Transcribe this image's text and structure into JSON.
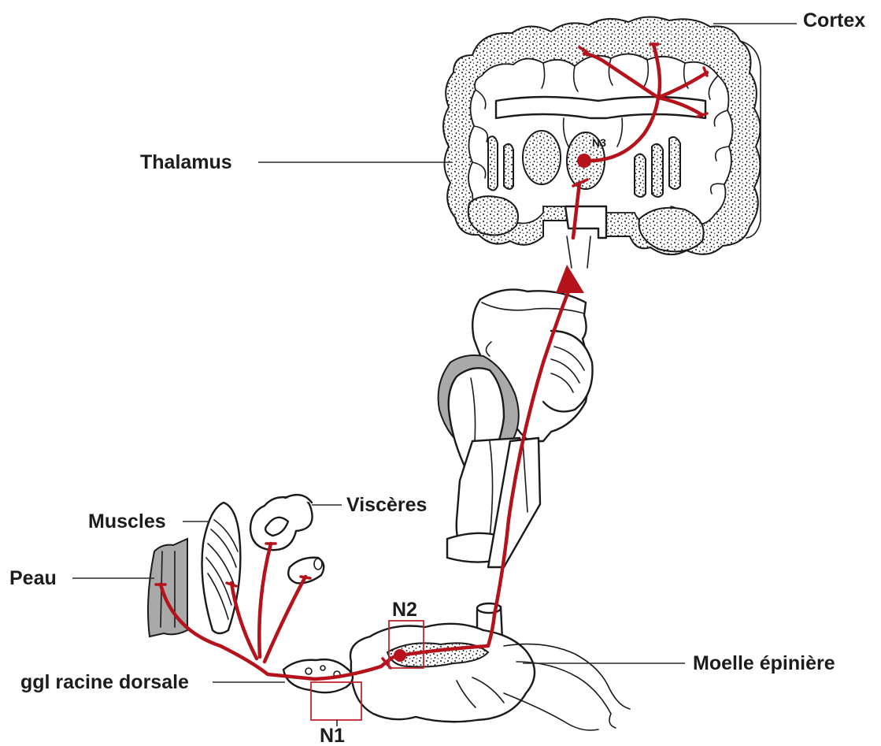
{
  "labels": {
    "cortex": "Cortex",
    "thalamus": "Thalamus",
    "visceres": "Viscères",
    "muscles": "Muscles",
    "peau": "Peau",
    "moelle": "Moelle épinière",
    "ggl": "ggl racine dorsale",
    "n1": "N1",
    "n2": "N2",
    "n3": "N3"
  },
  "colors": {
    "pathway": "#b5121b",
    "relay_box": "#c0262e",
    "grey_matter": "#a9a9a9",
    "line": "#1a1a1a"
  }
}
